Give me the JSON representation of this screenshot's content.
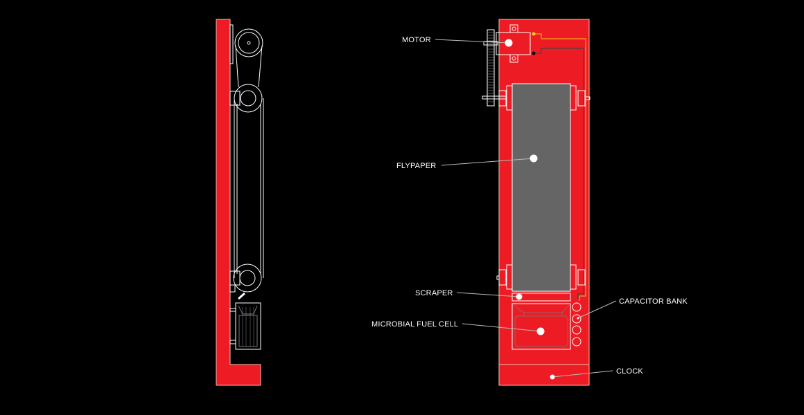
{
  "diagram": {
    "labels": {
      "motor": "MOTOR",
      "flypaper": "FLYPAPER",
      "scraper": "SCRAPER",
      "fuel_cell": "MICROBIAL FUEL CELL",
      "capacitor_bank": "CAPACITOR BANK",
      "clock": "CLOCK"
    },
    "colors": {
      "background": "#000000",
      "body": "#ed1c24",
      "flypaper": "#656565",
      "wire_positive": "#f7a21b",
      "wire_negative": "#444444",
      "outline": "#ffffff"
    }
  }
}
